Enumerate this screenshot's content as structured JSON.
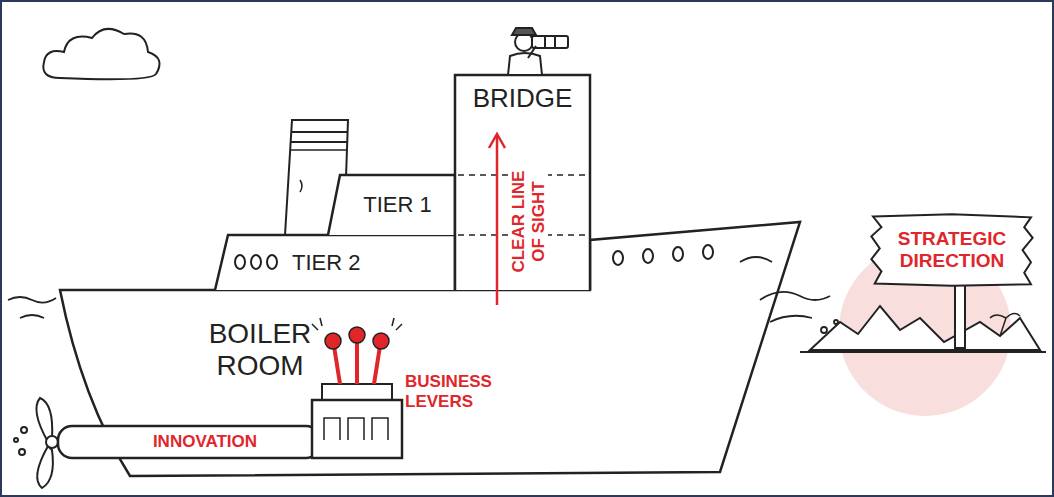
{
  "diagram": {
    "nodes": [
      {
        "text": [
          "STRATEGIC DIRECTION"
        ]
      }
    ],
    "labels": [
      "BRIDGE",
      "TIER 1",
      "TIER 2",
      "BOILER ROOM",
      "CLEAR LINE OF SIGHT",
      "BUSINESS LEVERS",
      "INNOVATION"
    ]
  }
}
